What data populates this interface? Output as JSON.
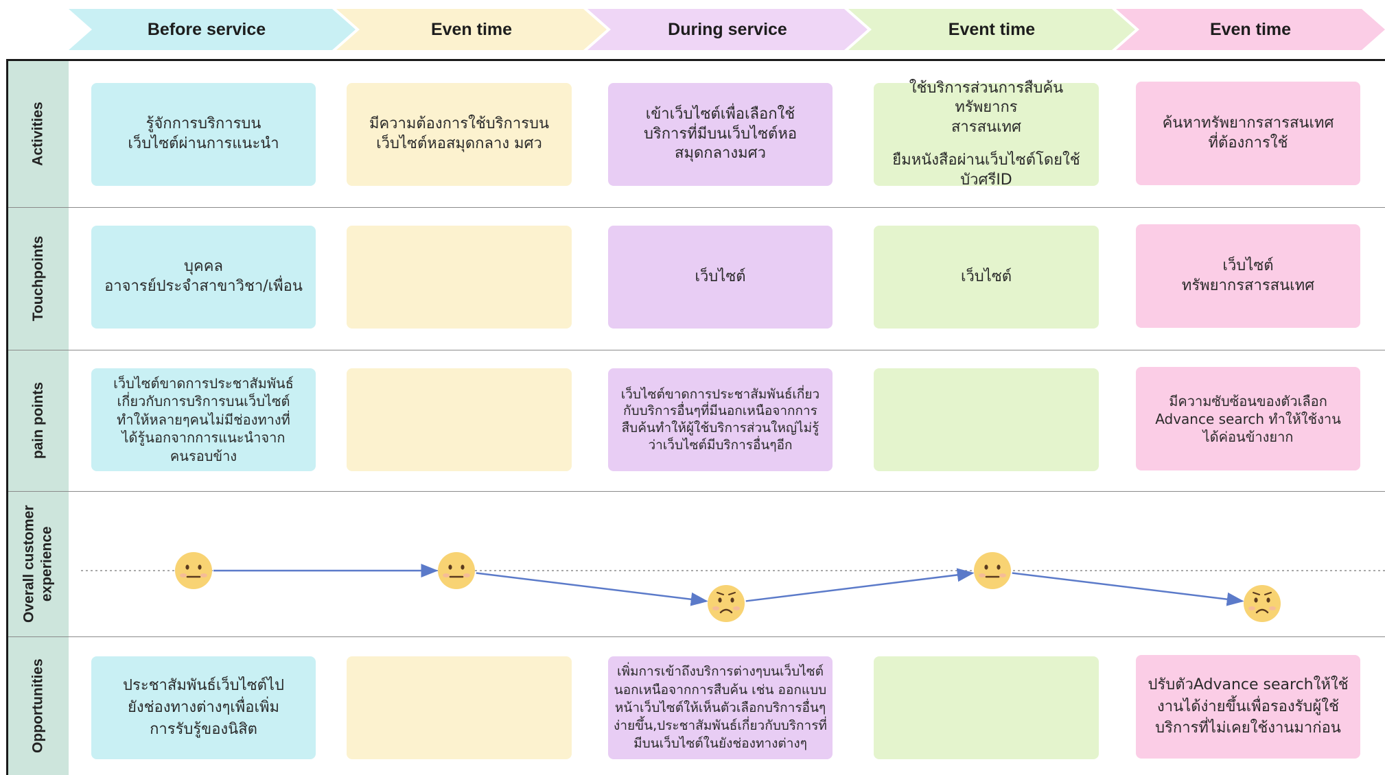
{
  "phases": [
    "Before service",
    "Even time",
    "During service",
    "Event time",
    "Even time"
  ],
  "rows": {
    "activities": "Activities",
    "touchpoints": "Touchpoints",
    "pain_points": "pain points",
    "experience_1": "Overall customer",
    "experience_2": "experience",
    "opportunities": "Opportunities"
  },
  "activities": {
    "c0": "รู้จักการบริการบน\nเว็บไซต์ผ่านการแนะนำ",
    "c1": "มีความต้องการใช้บริการบน\nเว็บไซต์หอสมุดกลาง มศว",
    "c2": "เข้าเว็บไซต์เพื่อเลือกใช้\nบริการที่มีบนเว็บไซต์หอ\nสมุดกลางมศว",
    "c3_top": "ใช้บริการส่วนการสืบค้นทรัพยากร\nสารสนเทศ",
    "c3_bottom": "ยืมหนังสือผ่านเว็บไซต์โดยใช้\nบัวศรีID",
    "c4": "ค้นหาทรัพยากรสารสนเทศ\nที่ต้องการใช้"
  },
  "touchpoints": {
    "c0": "บุคคล\nอาจารย์ประจำสาขาวิชา/เพื่อน",
    "c1": "",
    "c2": "เว็บไซต์",
    "c3": "เว็บไซต์",
    "c4": "เว็บไซต์\nทรัพยากรสารสนเทศ"
  },
  "pain_points": {
    "c0": "เว็บไซต์ขาดการประชาสัมพันธ์\nเกี่ยวกับการบริการบนเว็บไซต์\nทำให้หลายๆคนไม่มีช่องทางที่\nได้รู้นอกจากการแนะนำจาก\nคนรอบข้าง",
    "c1": "",
    "c2": "เว็บไซต์ขาดการประชาสัมพันธ์เกี่ยว\nกับบริการอื่นๆที่มีนอกเหนือจากการ\nสืบค้นทำให้ผู้ใช้บริการส่วนใหญ่ไม่รู้\nว่าเว็บไซต์มีบริการอื่นๆอีก",
    "c3": "",
    "c4": "มีความซับซ้อนของตัวเลือก\nAdvance search ทำให้ใช้งาน\nได้ค่อนข้างยาก"
  },
  "experience": {
    "levels": [
      "neutral",
      "neutral",
      "sad",
      "neutral",
      "sad"
    ],
    "emoji_color": "#f8d373",
    "line_color": "#5b7ac9"
  },
  "opportunities": {
    "c0": "ประชาสัมพันธ์เว็บไซต์ไป\nยังช่องทางต่างๆเพื่อเพิ่ม\nการรับรู้ของนิสิต",
    "c1": "",
    "c2": "เพิ่มการเข้าถึงบริการต่างๆบนเว็บไซต์\nนอกเหนือจากการสืบค้น เช่น ออกแบบ\nหน้าเว็บไซต์ให้เห็นตัวเลือกบริการอื่นๆ\nง่ายขึ้น,ประชาสัมพันธ์เกี่ยวกับบริการที่\nมีบนเว็บไซต์ในยังช่องทางต่างๆ",
    "c3": "",
    "c4": "ปรับตัวAdvance searchให้ใช้\nงานได้ง่ายขึ้นเพื่อรองรับผู้ใช้\nบริการที่ไม่เคยใช้งานมาก่อน"
  },
  "colors": {
    "phase": [
      "#c9f0f4",
      "#fcf2cf",
      "#efd6f6",
      "#e4f4cd",
      "#fbcde6"
    ],
    "row_label_bg": "#cde5dc"
  }
}
